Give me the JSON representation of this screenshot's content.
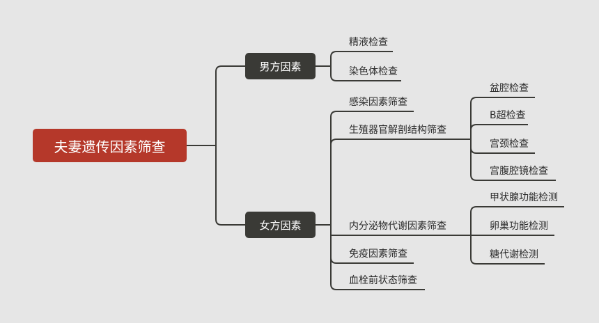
{
  "root": {
    "label": "夫妻遗传因素筛查"
  },
  "branches": [
    {
      "label": "男方因素",
      "children": [
        {
          "label": "精液检查"
        },
        {
          "label": "染色体检查"
        }
      ]
    },
    {
      "label": "女方因素",
      "children": [
        {
          "label": "感染因素筛查"
        },
        {
          "label": "生殖器官解剖结构筛查",
          "children": [
            {
              "label": "盆腔检查"
            },
            {
              "label": "B超检查"
            },
            {
              "label": "宫颈检查"
            },
            {
              "label": "宫腹腔镜检查"
            }
          ]
        },
        {
          "label": "内分泌物代谢因素筛查",
          "children": [
            {
              "label": "甲状腺功能检测"
            },
            {
              "label": "卵巢功能检测"
            },
            {
              "label": "糖代谢检测"
            }
          ]
        },
        {
          "label": "免疫因素筛查"
        },
        {
          "label": "血栓前状态筛查"
        }
      ]
    }
  ],
  "colors": {
    "root": "#b5382a",
    "branch": "#3a3a36",
    "line": "#3a3a36",
    "background": "#e6e6e6"
  }
}
